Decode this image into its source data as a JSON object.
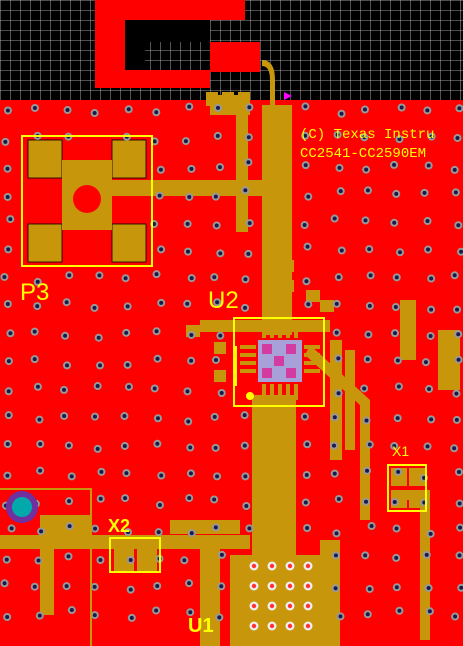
{
  "copyright_line_1": "(C) Texas Instru",
  "copyright_line_2": "CC2541-CC2590EM",
  "designators": {
    "p3": "P3",
    "u2": "U2",
    "x1": "X1",
    "x2": "X2",
    "u1": "U1"
  },
  "colors": {
    "copper_top": "#ff0000",
    "trace": "#c8960a",
    "silkscreen": "#ffff00",
    "keepout_grid": "#ffffff",
    "via_ring": "#999999",
    "via_drill": "#1a1a4a",
    "pad_center": "#d23ca0"
  }
}
